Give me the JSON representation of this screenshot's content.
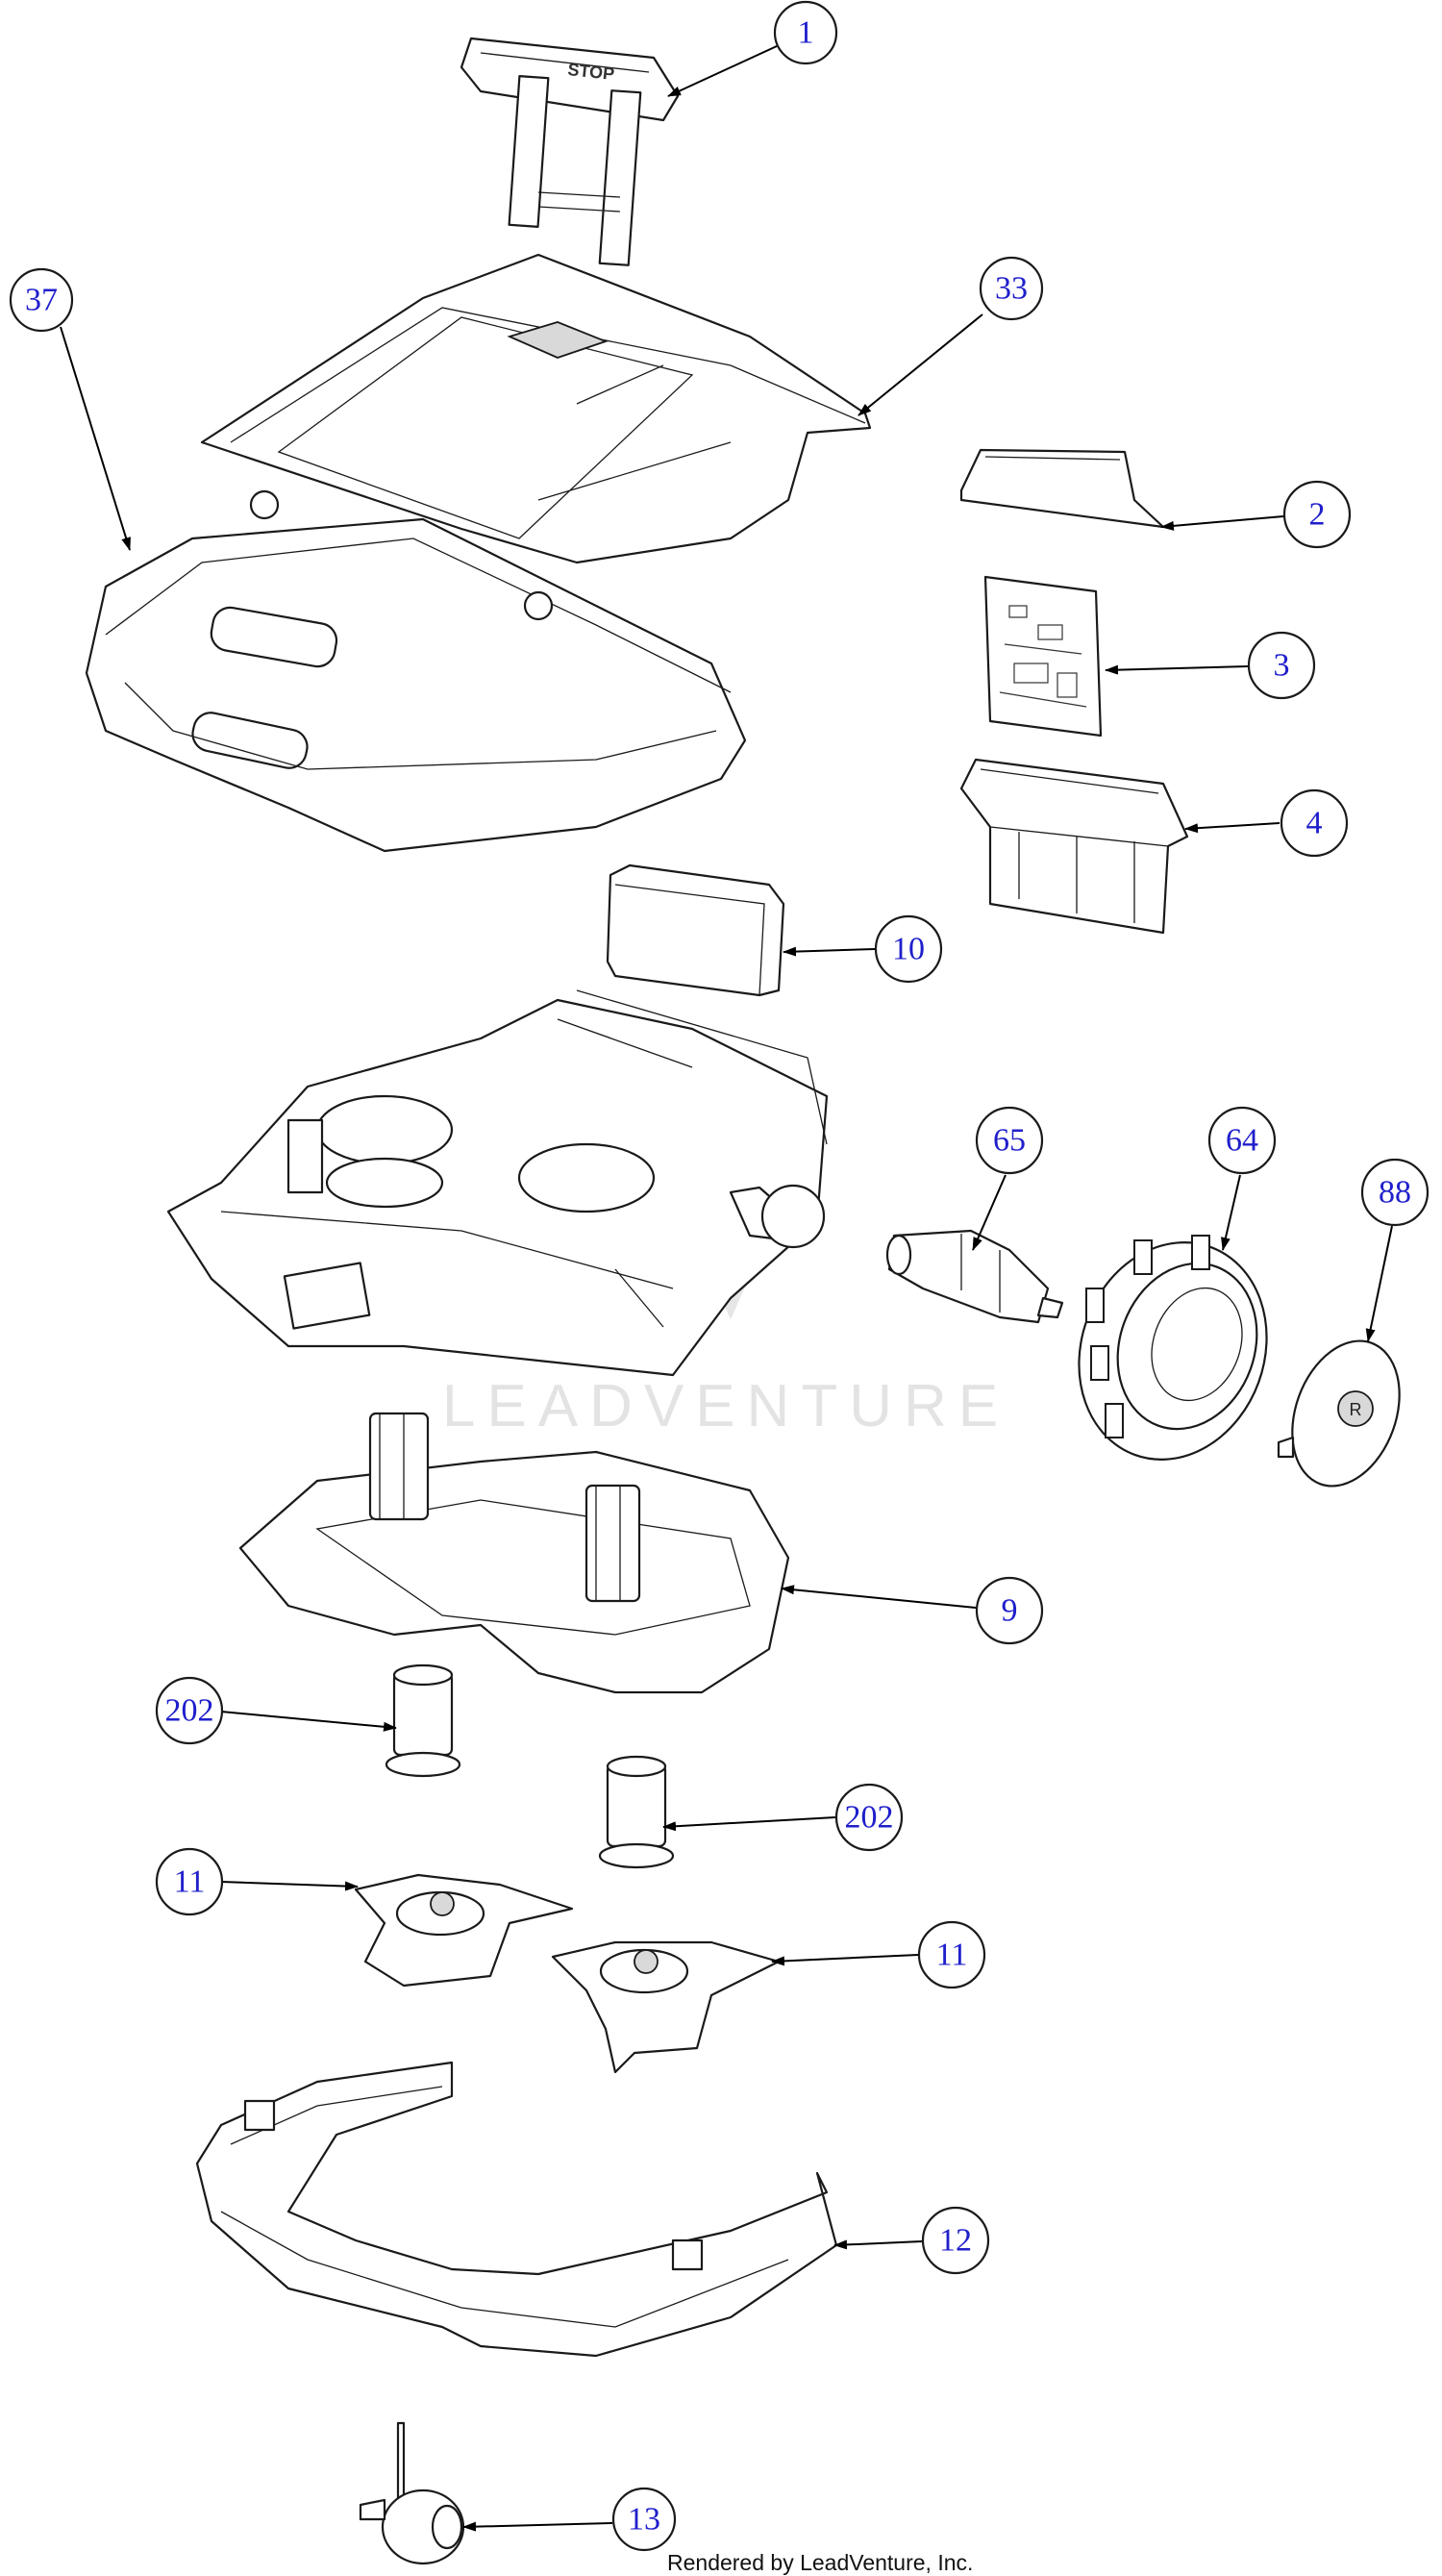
{
  "diagram": {
    "watermark": "LEADVENTURE",
    "handle_text": "STOP",
    "footer": "Rendered by LeadVenture, Inc.",
    "callouts": [
      {
        "id": "c1",
        "label": "1"
      },
      {
        "id": "c37",
        "label": "37"
      },
      {
        "id": "c33",
        "label": "33"
      },
      {
        "id": "c2",
        "label": "2"
      },
      {
        "id": "c3",
        "label": "3"
      },
      {
        "id": "c4",
        "label": "4"
      },
      {
        "id": "c10",
        "label": "10"
      },
      {
        "id": "c65",
        "label": "65"
      },
      {
        "id": "c64",
        "label": "64"
      },
      {
        "id": "c88",
        "label": "88"
      },
      {
        "id": "c9",
        "label": "9"
      },
      {
        "id": "c202a",
        "label": "202"
      },
      {
        "id": "c202b",
        "label": "202"
      },
      {
        "id": "c11a",
        "label": "11"
      },
      {
        "id": "c11b",
        "label": "11"
      },
      {
        "id": "c12",
        "label": "12"
      },
      {
        "id": "c13",
        "label": "13"
      }
    ]
  }
}
